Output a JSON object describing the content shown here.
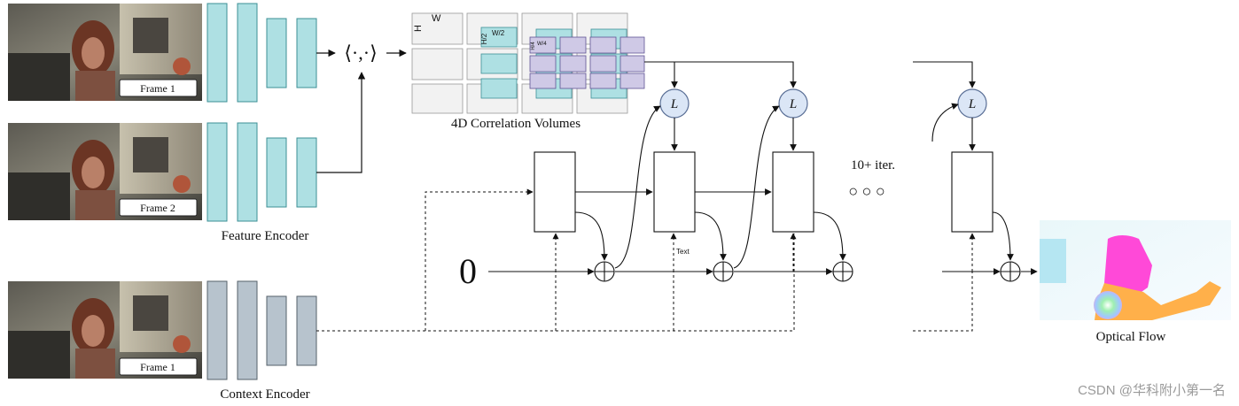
{
  "colors": {
    "feature_block": "#aee0e3",
    "feature_stroke": "#3c8f96",
    "context_block": "#b7c3cd",
    "context_stroke": "#55606a",
    "lookup_fill": "#dbe6f6",
    "lookup_stroke": "#5a6f96",
    "corr_grid": "#f2f2f2",
    "corr_teal": "#aee0e3",
    "corr_purple": "#cfc9e6",
    "skin": "#8a4a3a",
    "hair": "#6b3524"
  },
  "frames": {
    "frame1_label": "Frame 1",
    "frame2_label": "Frame 2",
    "frame3_label": "Frame 1"
  },
  "encoders": {
    "feature_label": "Feature Encoder",
    "context_label": "Context Encoder"
  },
  "correlation": {
    "dot_product": "⟨·,·⟩",
    "label": "4D Correlation Volumes",
    "level1_h": "H",
    "level1_w": "W",
    "level2_h": "H/2",
    "level2_w": "W/2",
    "level3_h": "H/4",
    "level3_w": "W/4"
  },
  "update": {
    "lookup_label": "L",
    "zero_label": "0",
    "iter_label": "10+ iter.",
    "ellipsis": "○ ○ ○",
    "small_text": "Text"
  },
  "output": {
    "label": "Optical Flow"
  },
  "watermark": "CSDN @华科附小第一名"
}
